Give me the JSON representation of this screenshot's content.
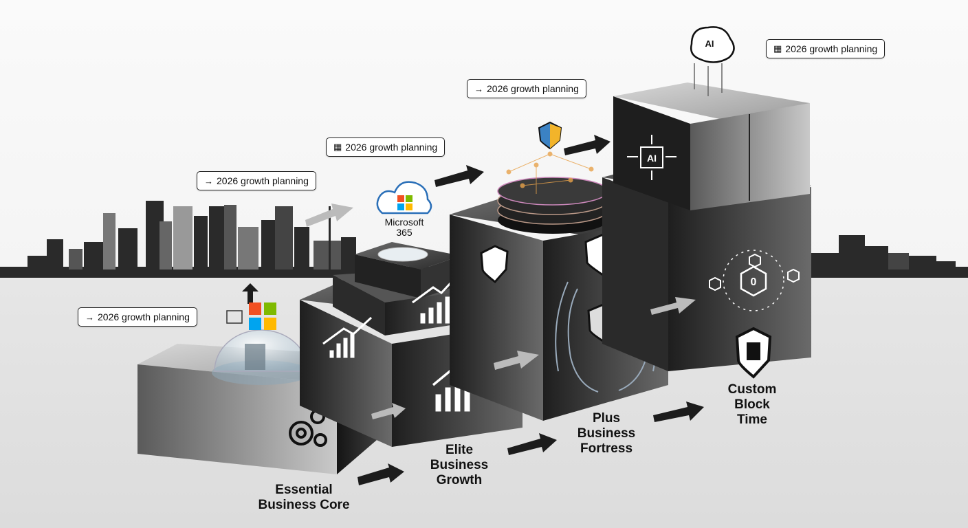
{
  "callouts": [
    {
      "icon": "→",
      "text": "2026 growth planning"
    },
    {
      "icon": "▦",
      "text": "2026 growth planning"
    },
    {
      "icon": "→",
      "text": "2026 growth planning"
    },
    {
      "icon": "▦",
      "text": "2026 growth planning"
    },
    {
      "icon": "→",
      "text": "2026 growth planning"
    }
  ],
  "tiers": [
    {
      "line1": "Essential",
      "line2": "Business Core"
    },
    {
      "line1": "Elite",
      "line2": "Business",
      "line3": "Growth"
    },
    {
      "line1": "Plus",
      "line2": "Business",
      "line3": "Fortress"
    },
    {
      "line1": "Custom",
      "line2": "Block",
      "line3": "Time"
    }
  ],
  "product": {
    "line1": "Microsoft",
    "line2": "365"
  },
  "badges": {
    "ai": "AI",
    "zero": "0"
  },
  "colors": {
    "ms_red": "#f25022",
    "ms_green": "#7fba00",
    "ms_blue": "#00a4ef",
    "ms_yellow": "#ffb900",
    "accent_blue": "#4a90c8",
    "dark": "#1c1c1c"
  }
}
